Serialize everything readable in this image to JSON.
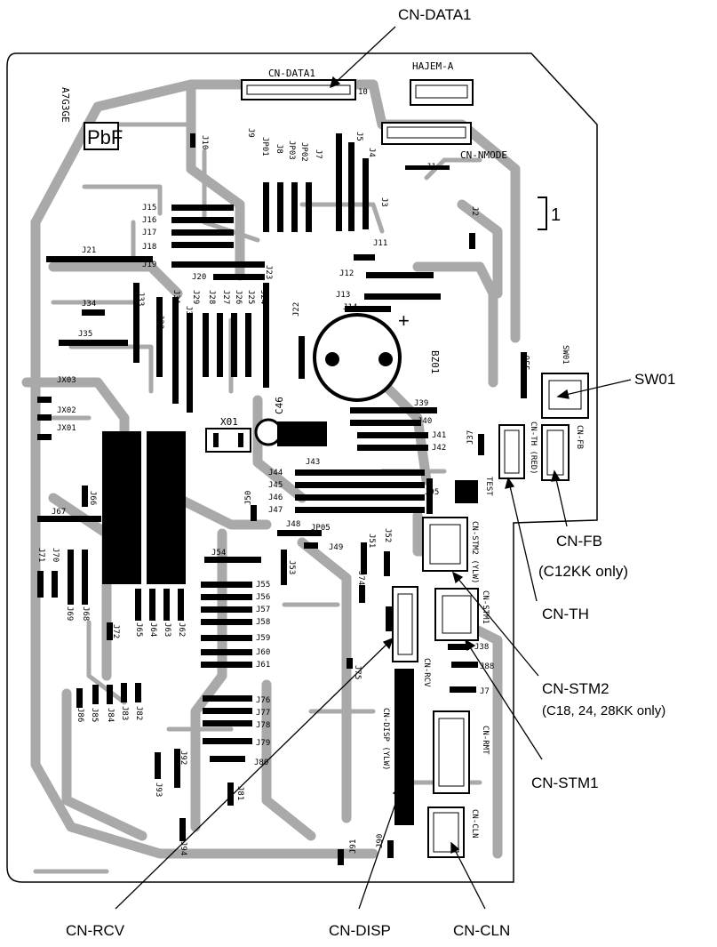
{
  "callouts": {
    "cn_data1": "CN-DATA1",
    "sw01": "SW01",
    "cn_fb": "CN-FB",
    "cn_fb_note": "(C12KK only)",
    "cn_th": "CN-TH",
    "cn_stm2": "CN-STM2",
    "cn_stm2_note": "(C18, 24, 28KK only)",
    "cn_stm1": "CN-STM1",
    "cn_rcv": "CN-RCV",
    "cn_disp": "CN-DISP",
    "cn_cln": "CN-CLN"
  },
  "silkscreen": {
    "cn_data1": "CN-DATA1",
    "hajem": "HAJEM-A",
    "cn_nmode": "CN-NMODE",
    "pbf": "PbF",
    "board_code": "A7G3GE",
    "bz01": "BZ01",
    "sw01": "SW01",
    "cn_th_red": "CN-TH (RED)",
    "cn_fb": "CN-FB",
    "test": "TEST",
    "cn_stm2_ylw": "CN-STM2 (YLW)",
    "cn_stm1": "CN-STM1",
    "cn_rcv": "CN-RCV",
    "cn_disp_ylw": "CN-DISP (YLW)",
    "cn_rmt": "CN-RMT",
    "cn_cln": "CN-CLN",
    "x01": "X01",
    "c46": "C46",
    "jumpers": {
      "j1": "J1",
      "j2": "J2",
      "j3": "J3",
      "j4": "J4",
      "j5": "J5",
      "j7": "J7",
      "j8": "J8",
      "j9": "J9",
      "j10": "J10",
      "j11": "J11",
      "j12": "J12",
      "j13": "J13",
      "j14": "J14",
      "j15": "J15",
      "j16": "J16",
      "j17": "J17",
      "j18": "J18",
      "j19": "J19",
      "j20": "J20",
      "j21": "J21",
      "j22": "J22",
      "j23": "J23",
      "j24": "J24",
      "j25": "J25",
      "j26": "J26",
      "j27": "J27",
      "j28": "J28",
      "j29": "J29",
      "j30": "J30",
      "j31": "J31",
      "j32": "J32",
      "j33": "J33",
      "j34": "J34",
      "j35": "J35",
      "j36": "J36",
      "j37": "J37",
      "j38": "J38",
      "j39": "J39",
      "j40": "J40",
      "j41": "J41",
      "j42": "J42",
      "j43": "J43",
      "j44": "J44",
      "j45": "J45",
      "j46": "J46",
      "j47": "J47",
      "j48": "J48",
      "j49": "J49",
      "j50": "J50",
      "j51": "J51",
      "j52": "J52",
      "j53": "J53",
      "j54": "J54",
      "j55": "J55",
      "j56": "J56",
      "j57": "J57",
      "j58": "J58",
      "j59": "J59",
      "j60": "J60",
      "j61": "J61",
      "j62": "J62",
      "j63": "J63",
      "j64": "J64",
      "j65": "J65",
      "j66": "J66",
      "j67": "J67",
      "j68": "J68",
      "j69": "J69",
      "j70": "J70",
      "j71": "J71",
      "j72": "J72",
      "j74": "J74",
      "j75": "J75",
      "j76": "J76",
      "j77": "J77",
      "j78": "J78",
      "j79": "J79",
      "j80": "J80",
      "j81": "J81",
      "j82": "J82",
      "j83": "J83",
      "j84": "J84",
      "j85": "J85",
      "j86": "J86",
      "j88": "J88",
      "j90": "J90",
      "j91": "J91",
      "j92": "J92",
      "j93": "J93",
      "j94": "J94",
      "j95": "J95",
      "jp01": "JP01",
      "jp02": "JP02",
      "jp03": "JP03",
      "jp05": "JP05",
      "jx01": "JX01",
      "jx02": "JX02",
      "jx03": "JX03"
    }
  },
  "colors": {
    "board_outline": "#000000",
    "trace": "#a9a9a9",
    "board_fill": "#ffffff",
    "jumper": "#000000"
  }
}
